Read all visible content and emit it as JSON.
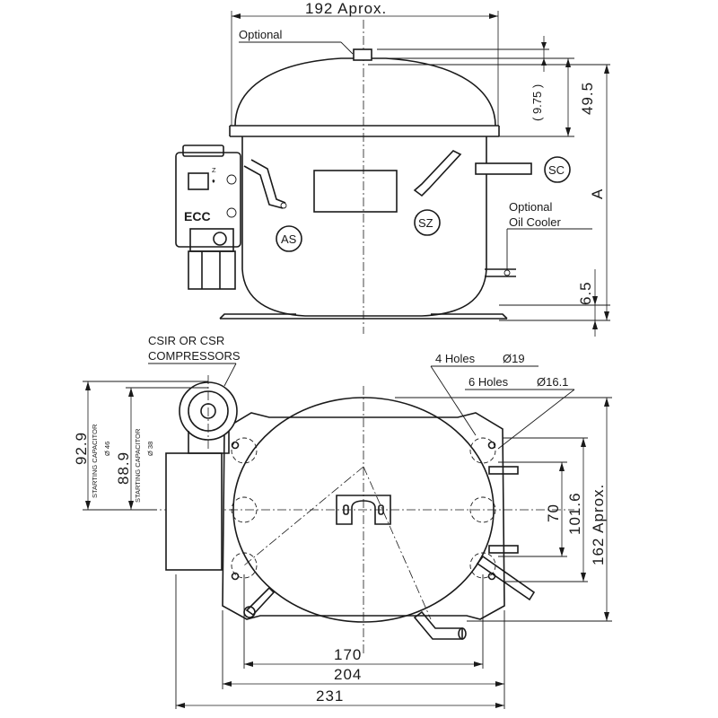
{
  "labels": {
    "top_width": "192 Aprox.",
    "optional_top": "Optional",
    "dim_975": "( 9.75 )",
    "dim_495": "49.5",
    "dim_A": "A",
    "dim_65": "6.5",
    "as": "AS",
    "sz": "SZ",
    "sc": "SC",
    "optional_oil_1": "Optional",
    "optional_oil_2": "Oil Cooler",
    "ecc": "ECC",
    "csir_1": "CSIR OR CSR",
    "csir_2": "COMPRESSORS",
    "holes4": "4 Holes",
    "holes4_d": "Ø19",
    "holes6": "6 Holes",
    "holes6_d": "Ø16.1",
    "dim_929": "92.9",
    "dim_889": "88.9",
    "cap1": "STARTING CAPACITOR",
    "cap1_d": "Ø 46",
    "cap2": "STARTING CAPACITOR",
    "cap2_d": "Ø 38",
    "dim_70": "70",
    "dim_1016": "101.6",
    "dim_162": "162 Aprox.",
    "dim_170": "170",
    "dim_204": "204",
    "dim_231": "231"
  }
}
